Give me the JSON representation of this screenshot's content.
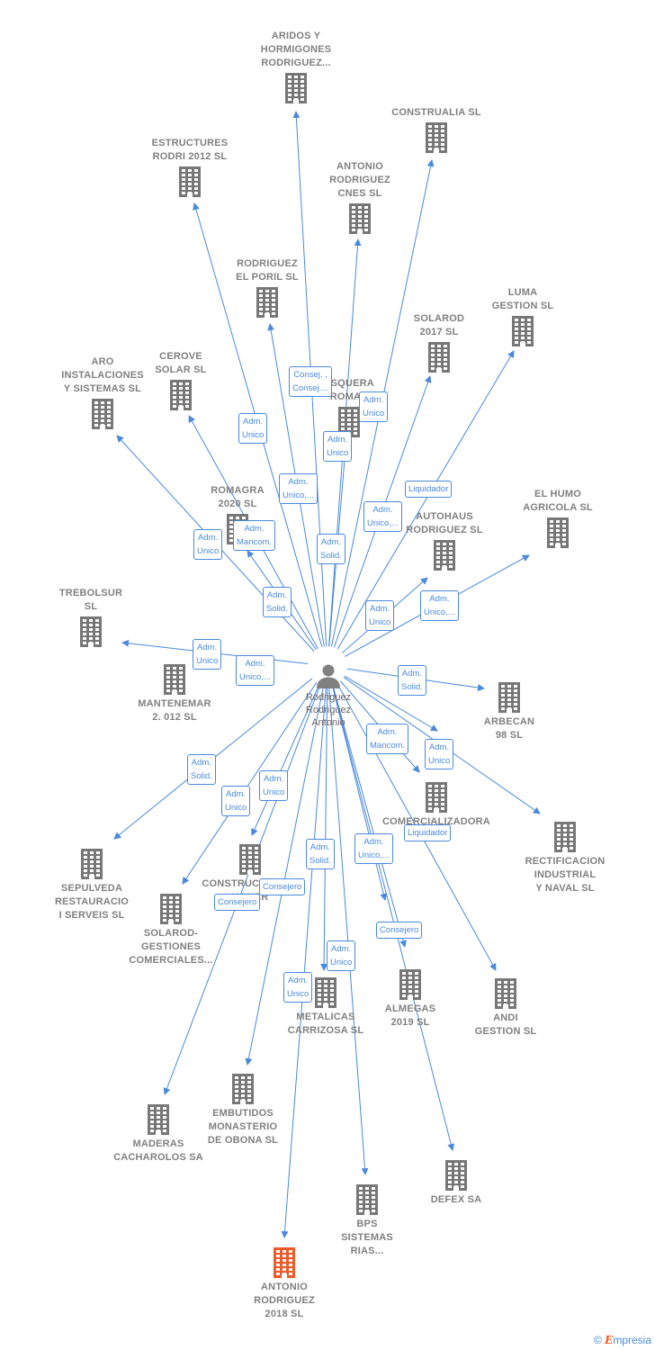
{
  "person": {
    "name": "Rodriguez\nRodriguez\nAntonio",
    "icon": "person-icon"
  },
  "colors": {
    "edge": "#4a89dc",
    "building": "#777777",
    "highlight": "#f05a28",
    "label": "#808080"
  },
  "companies": [
    {
      "id": "aridos",
      "label": "ARIDOS Y\nHORMIGONES\nRODRIGUEZ..."
    },
    {
      "id": "construalia",
      "label": "CONSTRUALIA SL"
    },
    {
      "id": "estructures",
      "label": "ESTRUCTURES\nRODRI 2012 SL"
    },
    {
      "id": "antonio-cnes",
      "label": "ANTONIO\nRODRIGUEZ\nCNES  SL"
    },
    {
      "id": "poril",
      "label": "RODRIGUEZ\nEL PORIL  SL"
    },
    {
      "id": "luma",
      "label": "LUMA\nGESTION SL"
    },
    {
      "id": "solarod2017",
      "label": "SOLAROD\n2017  SL"
    },
    {
      "id": "aro",
      "label": "ARO\nINSTALACIONES\nY SISTEMAS SL"
    },
    {
      "id": "cerove",
      "label": "CEROVE\nSOLAR  SL"
    },
    {
      "id": "esquera",
      "label": "ESQUERA\nROMAR"
    },
    {
      "id": "romagra",
      "label": "ROMAGRA\n2020  SL"
    },
    {
      "id": "autohaus",
      "label": "AUTOHAUS\nRODRIGUEZ SL"
    },
    {
      "id": "elhumo",
      "label": "EL HUMO\nAGRICOLA  SL"
    },
    {
      "id": "trebolsur",
      "label": "TREBOLSUR\nSL"
    },
    {
      "id": "mantenemar",
      "label": "MANTENEMAR\n2. 012 SL"
    },
    {
      "id": "arbecan",
      "label": "ARBECAN\n98 SL"
    },
    {
      "id": "comercializadora",
      "label": "COMERCIALIZADORA\nSRL"
    },
    {
      "id": "rectificacion",
      "label": "RECTIFICACION\nINDUSTRIAL\nY NAVAL SL"
    },
    {
      "id": "sepulveda",
      "label": "SEPULVEDA\nRESTAURACIO\nI SERVEIS SL"
    },
    {
      "id": "construcciones",
      "label": "CONSTRUCCIONES\nHONER"
    },
    {
      "id": "solarod-gest",
      "label": "SOLAROD-\nGESTIONES\nCOMERCIALES..."
    },
    {
      "id": "almegas",
      "label": "ALMEGAS\n2019  SL"
    },
    {
      "id": "andi",
      "label": "ANDI\nGESTION SL"
    },
    {
      "id": "metalicas",
      "label": "METALICAS\nCARRIZOSA SL"
    },
    {
      "id": "embutidos",
      "label": "EMBUTIDOS\nMONASTERIO\nDE OBONA  SL"
    },
    {
      "id": "maderas",
      "label": "MADERAS\nCACHAROLOS SA"
    },
    {
      "id": "defex",
      "label": "DEFEX SA"
    },
    {
      "id": "bps",
      "label": "BPS\nSISTEMAS\nRIAS..."
    },
    {
      "id": "antonio2018",
      "label": "ANTONIO\nRODRIGUEZ\n2018  SL",
      "highlighted": true
    }
  ],
  "roles": [
    "Consej. ,\nConsej....",
    "Adm.\nUnico",
    "Adm.\nUnico",
    "Adm.\nUnico",
    "Adm.\nUnico,...",
    "Liquidador",
    "Adm.\nUnico,...",
    "Adm.\nUnico",
    "Adm.\nMancom.",
    "Adm.\nSolid.",
    "Adm.\nSolid.",
    "Adm.\nUnico",
    "Adm.\nUnico,...",
    "Adm.\nUnico",
    "Adm.\nUnico,...",
    "Adm.\nSolid.",
    "Adm.\nMancom.",
    "Adm.\nUnico",
    "Adm.\nSolid.",
    "Adm.\nUnico",
    "Adm.\nUnico",
    "Adm.\nSolid.",
    "Adm.\nUnico,...",
    "Liquidador",
    "Consejero",
    "Consejero",
    "Consejero",
    "Adm.\nUnico",
    "Adm.\nUnico"
  ],
  "footer": {
    "copyright": "©",
    "brand_e": "E",
    "brand_rest": "mpresia"
  }
}
